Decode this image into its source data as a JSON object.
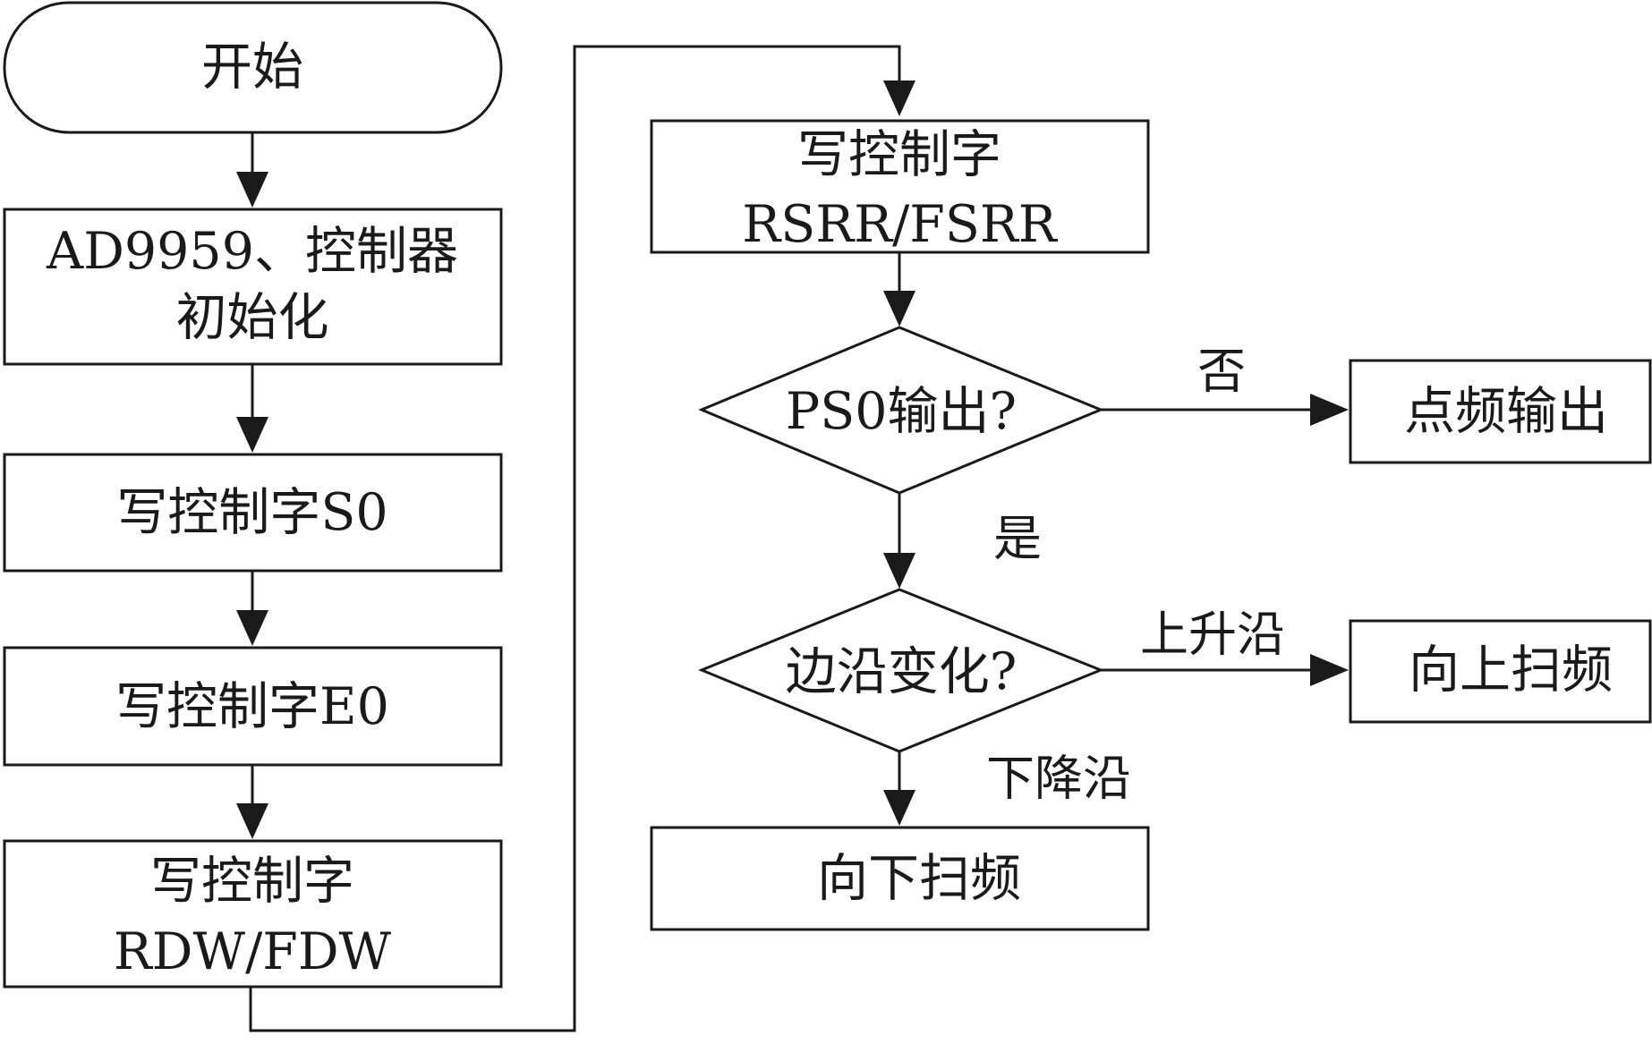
{
  "nodes": {
    "start": "开始",
    "init_line1": "AD9959、控制器",
    "init_line2": "初始化",
    "write_s0": "写控制字S0",
    "write_e0": "写控制字E0",
    "write_rdw_line1": "写控制字",
    "write_rdw_line2": "RDW/FDW",
    "write_rsrr_line1": "写控制字",
    "write_rsrr_line2": "RSRR/FSRR",
    "ps0_decision": "PS0输出?",
    "edge_decision": "边沿变化?",
    "point_freq_output": "点频输出",
    "sweep_up": "向上扫频",
    "sweep_down": "向下扫频"
  },
  "edge_labels": {
    "no": "否",
    "yes": "是",
    "rising_edge": "上升沿",
    "falling_edge": "下降沿"
  }
}
